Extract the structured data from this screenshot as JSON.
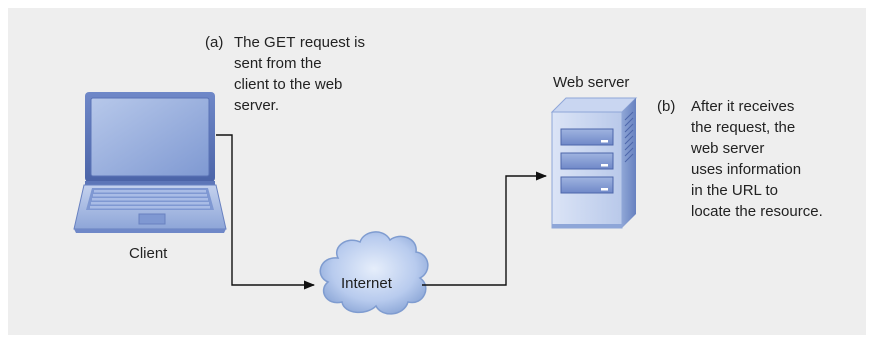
{
  "diagram": {
    "annotation_a": {
      "letter": "(a)",
      "line1_prefix": "The ",
      "line1_code": "GET",
      "line1_suffix": " request is",
      "line2": "sent from the",
      "line3": "client to the web",
      "line4": "server."
    },
    "annotation_b": {
      "letter": "(b)",
      "line1": "After it receives",
      "line2": "the request, the",
      "line3": "web server",
      "line4": "uses information",
      "line5": "in the URL to",
      "line6": "locate the resource."
    },
    "nodes": {
      "client": "Client",
      "internet": "Internet",
      "web_server": "Web server"
    },
    "icons": {
      "client": "laptop-icon",
      "internet": "cloud-icon",
      "web_server": "server-tower-icon"
    },
    "colors": {
      "background_panel": "#eeeeee",
      "device_blue": "#9bb3de",
      "device_dark_blue": "#4a63a8",
      "cloud_light": "#c9d9f2",
      "cloud_dark": "#7f9cd0",
      "connector": "#111111"
    }
  }
}
